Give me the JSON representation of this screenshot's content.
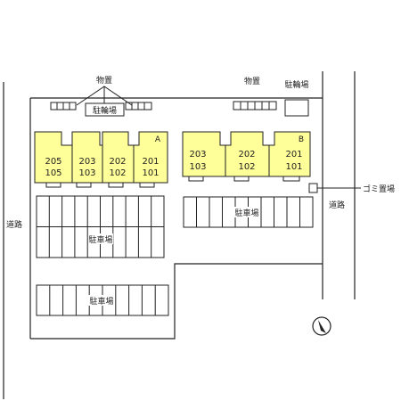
{
  "labels": {
    "storage_left": "物置",
    "storage_right": "物置",
    "bike_left": "駐輪場",
    "bike_right": "駐輪場",
    "building_a": "A",
    "building_b": "B",
    "parking_upper_left": "駐車場",
    "parking_right": "駐車場",
    "parking_lower_left": "駐車場",
    "road_left": "道路",
    "road_right": "道路",
    "garbage": "ゴミ置場"
  },
  "building_a_units": [
    {
      "upper": "205",
      "lower": "105"
    },
    {
      "upper": "203",
      "lower": "103"
    },
    {
      "upper": "202",
      "lower": "102"
    },
    {
      "upper": "201",
      "lower": "101"
    }
  ],
  "building_b_units": [
    {
      "upper": "203",
      "lower": "103"
    },
    {
      "upper": "202",
      "lower": "102"
    },
    {
      "upper": "201",
      "lower": "101"
    }
  ],
  "colors": {
    "building_fill": "#ffff99",
    "line": "#222222",
    "background": "#ffffff"
  },
  "icons": {
    "compass": "north-arrow-icon"
  }
}
